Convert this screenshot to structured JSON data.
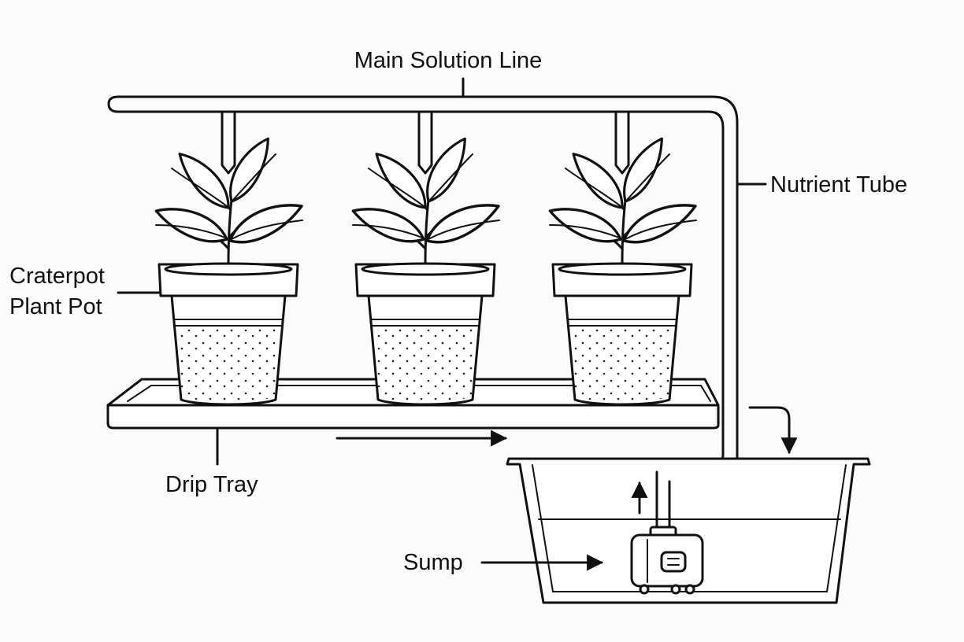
{
  "labels": {
    "main_line": "Main Solution Line",
    "nutrient_tube": "Nutrient Tube",
    "pot_line1": "Craterpot",
    "pot_line2": "Plant Pot",
    "drip_tray": "Drip Tray",
    "sump": "Sump"
  },
  "colors": {
    "ink": "#111111",
    "background": "#fbfbfb",
    "fill": "#ffffff"
  },
  "pump_icon": "pump-icon"
}
